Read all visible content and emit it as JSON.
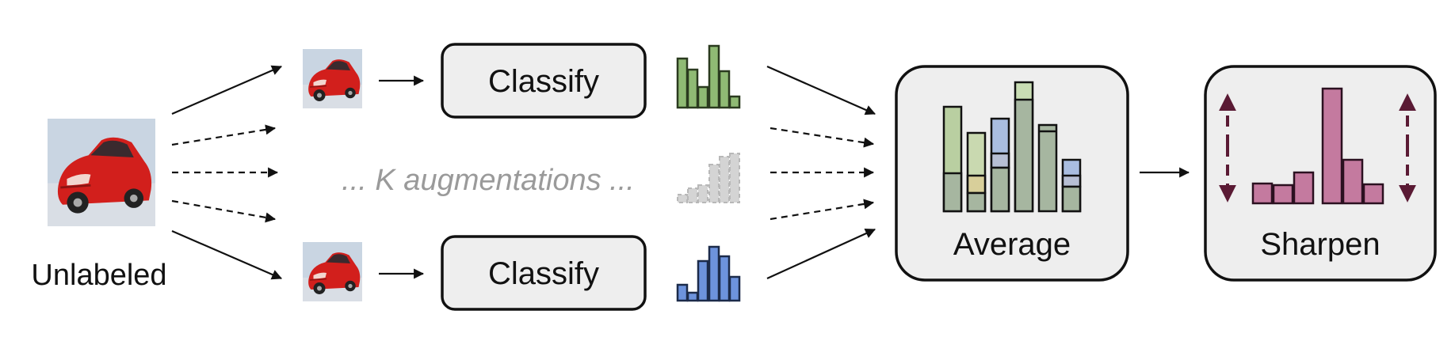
{
  "labels": {
    "input": "Unlabeled",
    "classify_top": "Classify",
    "classify_bottom": "Classify",
    "augmentations": "... K augmentations ...",
    "average": "Average",
    "sharpen": "Sharpen"
  },
  "colors": {
    "top_histogram": "#8fba74",
    "bottom_histogram": "#6d93dd",
    "ghost_histogram": "#d4d4d4",
    "average_green": "#b9cfa1",
    "average_blue": "#a9bde0",
    "average_tan": "#d8cf9a",
    "average_base": "#a6b6a0",
    "sharpen_bars": "#c47a9f",
    "sharpen_arrows": "#5a1a34",
    "box_fill": "#eeeeee",
    "car_red": "#d21f1c"
  },
  "icons": [
    "car-image",
    "histogram",
    "arrow",
    "double-arrow"
  ]
}
